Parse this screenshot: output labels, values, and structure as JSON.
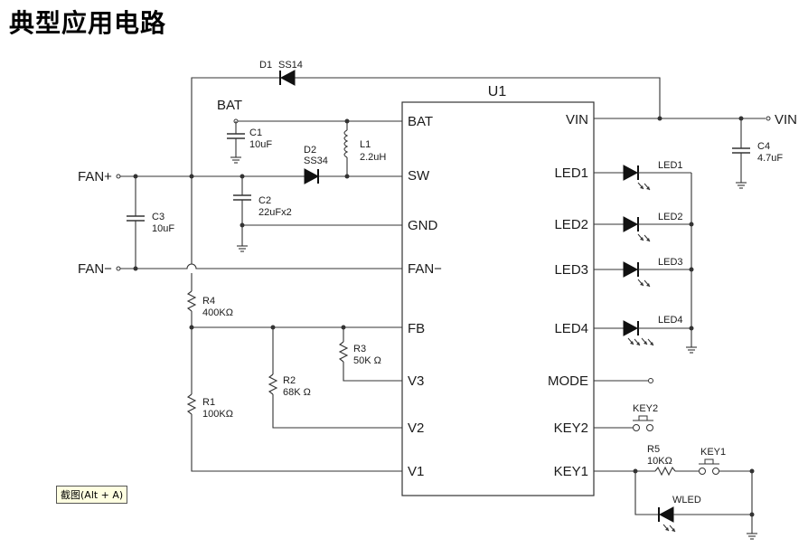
{
  "title": "典型应用电路",
  "ic": {
    "name": "U1",
    "left_pins": [
      "BAT",
      "SW",
      "GND",
      "FAN−",
      "FB",
      "V3",
      "V2",
      "V1"
    ],
    "right_pins": [
      "VIN",
      "LED1",
      "LED2",
      "LED3",
      "LED4",
      "MODE",
      "KEY2",
      "KEY1"
    ]
  },
  "nets": {
    "bat": "BAT",
    "vin": "VIN",
    "fan_pos": "FAN+",
    "fan_neg": "FAN−"
  },
  "components": {
    "D1": {
      "ref": "D1",
      "value": "SS14"
    },
    "D2": {
      "ref": "D2",
      "value": "SS34"
    },
    "C1": {
      "ref": "C1",
      "value": "10uF"
    },
    "C2": {
      "ref": "C2",
      "value": "22uFx2"
    },
    "C3": {
      "ref": "C3",
      "value": "10uF"
    },
    "C4": {
      "ref": "C4",
      "value": "4.7uF"
    },
    "L1": {
      "ref": "L1",
      "value": "2.2uH"
    },
    "R1": {
      "ref": "R1",
      "value": "100KΩ"
    },
    "R2": {
      "ref": "R2",
      "value": "68K Ω"
    },
    "R3": {
      "ref": "R3",
      "value": "50K Ω"
    },
    "R4": {
      "ref": "R4",
      "value": "400KΩ"
    },
    "R5": {
      "ref": "R5",
      "value": "10KΩ"
    },
    "LED1": {
      "ref": "LED1"
    },
    "LED2": {
      "ref": "LED2"
    },
    "LED3": {
      "ref": "LED3"
    },
    "LED4": {
      "ref": "LED4"
    },
    "KEY1": {
      "ref": "KEY1"
    },
    "KEY2": {
      "ref": "KEY2"
    },
    "WLED": {
      "ref": "WLED"
    }
  },
  "tooltip": "截图(Alt + A)"
}
